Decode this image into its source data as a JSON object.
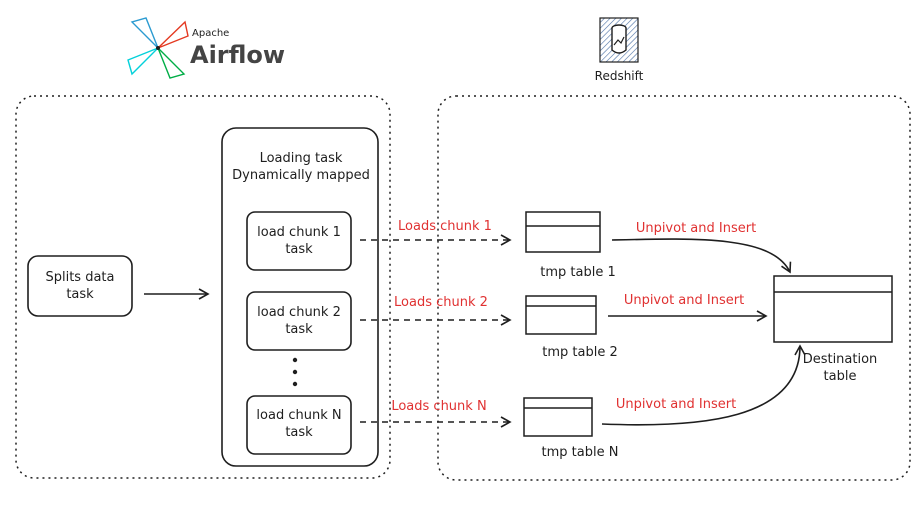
{
  "logos": {
    "airflow_small": "Apache",
    "airflow_big": "Airflow",
    "redshift": "Redshift"
  },
  "loading_task": {
    "line1": "Loading task",
    "line2": "Dynamically mapped"
  },
  "splits_task": {
    "line1": "Splits data",
    "line2": "task"
  },
  "chunk_tasks": [
    {
      "line1": "load chunk 1",
      "line2": "task"
    },
    {
      "line1": "load chunk 2",
      "line2": "task"
    },
    {
      "line1": "load chunk N",
      "line2": "task"
    }
  ],
  "load_labels": [
    "Loads chunk 1",
    "Loads chunk 2",
    "Loads chunk N"
  ],
  "tmp_tables": [
    "tmp table 1",
    "tmp table 2",
    "tmp table N"
  ],
  "unpivot_labels": [
    "Unpivot and Insert",
    "Unpivot and Insert",
    "Unpivot and Insert"
  ],
  "destination": {
    "line1": "Destination",
    "line2": "table"
  },
  "colors": {
    "stroke": "#1e1e1e",
    "annotation": "#e03131"
  }
}
